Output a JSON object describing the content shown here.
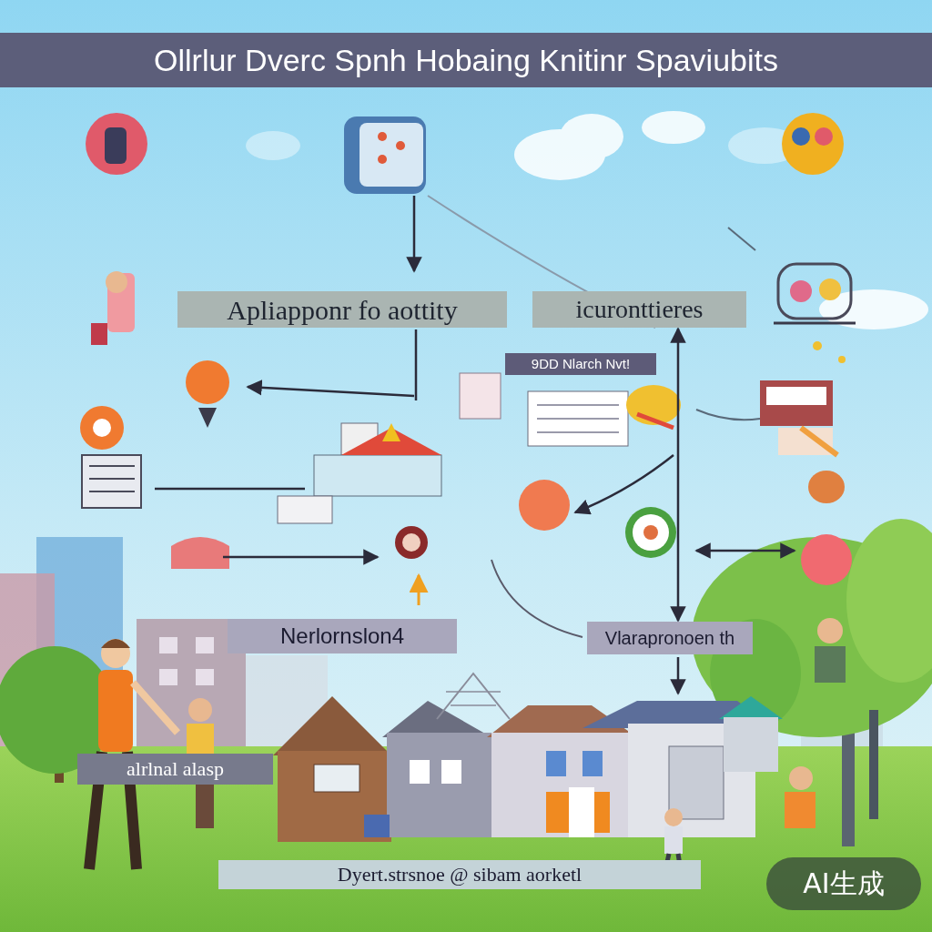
{
  "diagram": {
    "title": "Ollrlur Dverc Spnh Hobaing Knitinr Spaviubits",
    "nodes": [
      {
        "text": [
          "Apliapponr fo aottity"
        ]
      },
      {
        "text": [
          "icuronttieres"
        ]
      },
      {
        "text": [
          "9DD Nlarch Nvt!"
        ]
      },
      {
        "text": [
          "Nerlornslon4"
        ]
      },
      {
        "text": [
          "Vlarapronoen th"
        ]
      },
      {
        "text": [
          "alrlnal alasp"
        ]
      },
      {
        "text": [
          "Dyert.strsnoe @ sibam aorketl"
        ]
      }
    ],
    "edges": [
      {
        "from": 1,
        "to": 4,
        "arrow": "both"
      }
    ],
    "labels": [
      "AI生成"
    ]
  }
}
